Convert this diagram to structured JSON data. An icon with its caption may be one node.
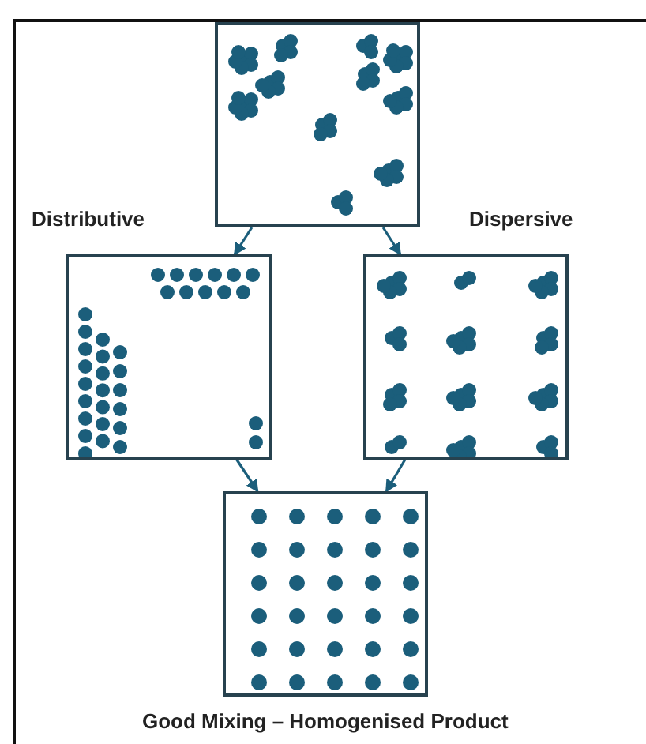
{
  "diagram": {
    "nodes": [
      {
        "text": [],
        "shape": "box"
      },
      {
        "text": [],
        "shape": "box"
      },
      {
        "text": [],
        "shape": "box"
      },
      {
        "text": [],
        "shape": "box",
        "beside": [
          "Good Mixing – Homogenised Product"
        ]
      }
    ],
    "edges": [
      {
        "from": 0,
        "to": 1,
        "arrow": "to",
        "label": "Distributive"
      },
      {
        "from": 0,
        "to": 2,
        "arrow": "to",
        "label": "Dispersive"
      },
      {
        "from": 1,
        "to": 3,
        "arrow": "to"
      },
      {
        "from": 2,
        "to": 3,
        "arrow": "to"
      }
    ]
  }
}
